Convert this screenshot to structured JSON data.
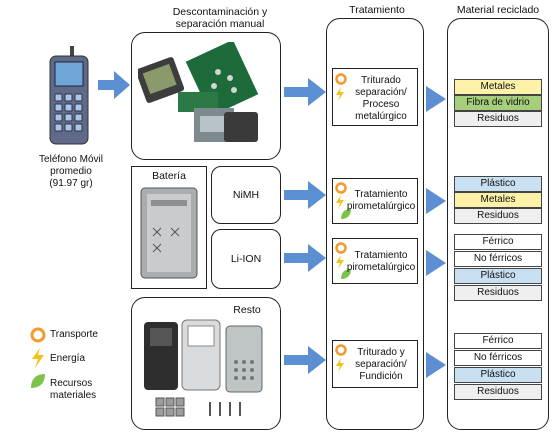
{
  "headers": {
    "decont": [
      "Descontaminación y",
      "separación manual"
    ],
    "tratamiento": "Tratamiento",
    "material": "Material reciclado"
  },
  "phone_label": [
    "Teléfono Móvil",
    "promedio",
    "(91.97 gr)"
  ],
  "bateria_label": "Batería",
  "nimh_label": "NiMH",
  "liion_label": "Li-ION",
  "resto_label": "Resto",
  "treatments": {
    "t1": [
      "Triturado",
      "separación/",
      "Proceso",
      "metalúrgico"
    ],
    "t2": [
      "Tratamiento",
      "pirometalúrgico"
    ],
    "t3": [
      "Tratamiento",
      "pirometalúrgico"
    ],
    "t4": [
      "Triturado y",
      "separación/",
      "Fundición"
    ]
  },
  "materials": {
    "g1": [
      "Metales",
      "Fibra de vidrio",
      "Residuos"
    ],
    "g2": [
      "Plástico",
      "Metales",
      "Residuos"
    ],
    "g3": [
      "Férrico",
      "No férricos",
      "Plástico",
      "Residuos"
    ],
    "g4": [
      "Férrico",
      "No férricos",
      "Plástico",
      "Residuos"
    ]
  },
  "legend": {
    "transporte": "Transporte",
    "energia": "Energía",
    "recursos": [
      "Recursos",
      "materiales"
    ]
  },
  "colors": {
    "metales": "#fdf2a8",
    "fibra": "#a6cf7c",
    "plastico": "#c9dff2",
    "residuos": "#efefef",
    "white": "#ffffff",
    "arrow": "#5b8fd1",
    "transport_icon": "#f29a2e",
    "energy_icon": "#f2c21a",
    "resource_icon": "#7cc34a"
  }
}
